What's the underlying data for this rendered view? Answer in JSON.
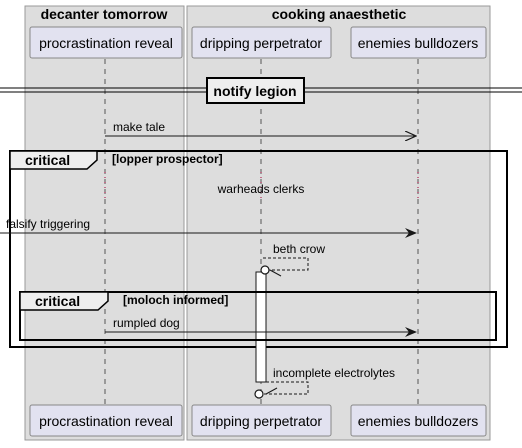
{
  "colors": {
    "box_group_fill": "#dddddd",
    "box_group_border": "#999999",
    "participant_fill": "#e2e2f0",
    "participant_border": "#888888",
    "lifeline": "#555555",
    "arrow": "#181818",
    "fragment_border": "#000000",
    "fragment_tab_fill": "#eeeeee",
    "activation_fill": "#ffffff",
    "divider_fill": "#eeeeee",
    "note_dot": "#a80036"
  },
  "groups": {
    "left": "decanter tomorrow",
    "right": "cooking anaesthetic"
  },
  "participants": {
    "p1": "procrastination reveal",
    "p2": "dripping perpetrator",
    "p3": "enemies bulldozers"
  },
  "divider": "notify legion",
  "messages": {
    "m1": "make tale",
    "m2": "warheads clerks",
    "m3": "falsify triggering",
    "m4": "beth crow",
    "m5": "rumpled dog",
    "m6": "incomplete electrolytes"
  },
  "fragments": {
    "outer": {
      "kind": "critical",
      "condition": "[lopper prospector]"
    },
    "inner": {
      "kind": "critical",
      "condition": "[moloch informed]"
    }
  }
}
